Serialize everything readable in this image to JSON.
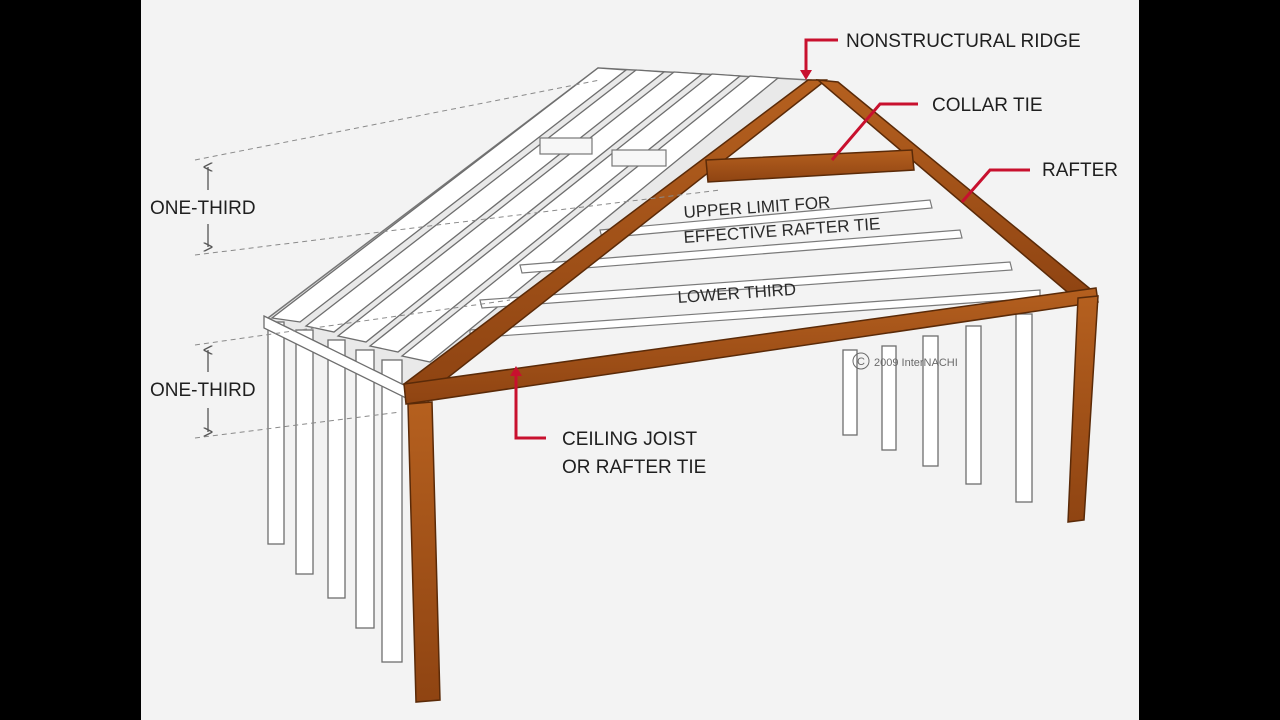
{
  "labels": {
    "nonstructural_ridge": "NONSTRUCTURAL RIDGE",
    "collar_tie": "COLLAR TIE",
    "rafter": "RAFTER",
    "one_third_upper": "ONE-THIRD",
    "one_third_lower": "ONE-THIRD",
    "upper_limit_line1": "UPPER LIMIT FOR",
    "upper_limit_line2": "EFFECTIVE RAFTER TIE",
    "lower_third": "LOWER THIRD",
    "ceiling_joist_line1": "CEILING JOIST",
    "ceiling_joist_line2": "OR RAFTER TIE",
    "copyright": "2009 InterNACHI"
  },
  "colors": {
    "frame_background": "#000000",
    "panel_background": "#f3f3f3",
    "lumber_highlight": "#a8521a",
    "lumber_outline": "#5a2a08",
    "white_lumber": "#ffffff",
    "white_lumber_outline": "#6e6e6e",
    "callout_line": "#c8102e",
    "dimension_line": "#8a8a8a"
  }
}
